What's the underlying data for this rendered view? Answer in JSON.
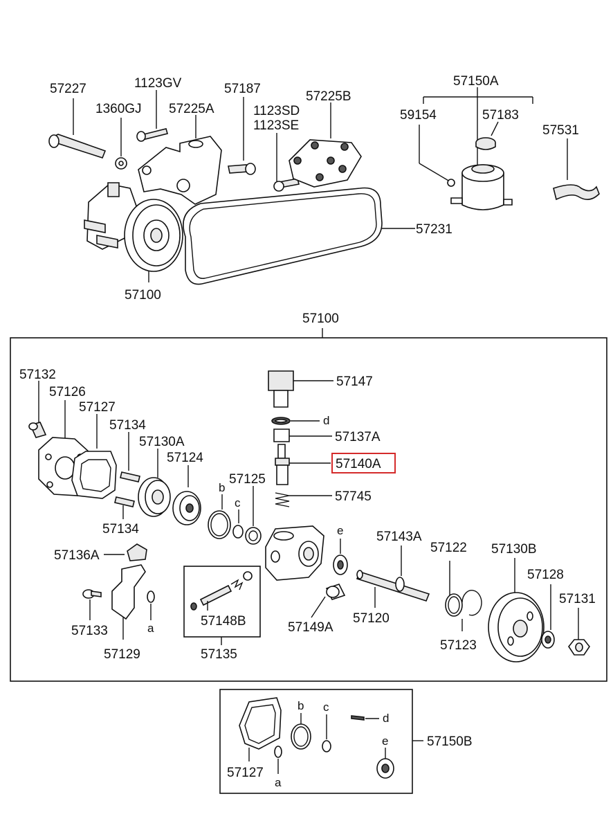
{
  "top_assembly": {
    "labels": {
      "p57227": "57227",
      "p1360GJ": "1360GJ",
      "p1123GV": "1123GV",
      "p57225A": "57225A",
      "p57187": "57187",
      "p1123SD": "1123SD",
      "p1123SE": "1123SE",
      "p57225B": "57225B",
      "p57150A": "57150A",
      "p59154": "59154",
      "p57183": "57183",
      "p57531": "57531",
      "p57231": "57231",
      "p57100": "57100"
    }
  },
  "pump_box": {
    "title": "57100",
    "labels": {
      "p57132": "57132",
      "p57126": "57126",
      "p57127": "57127",
      "p57134a": "57134",
      "p57130A": "57130A",
      "p57124": "57124",
      "p57134b": "57134",
      "p57125": "57125",
      "p57147": "57147",
      "p57137A": "57137A",
      "p57140A": "57140A",
      "p57745": "57745",
      "p57136A": "57136A",
      "p57133": "57133",
      "p57129": "57129",
      "p57148B": "57148B",
      "p57135": "57135",
      "p57149A": "57149A",
      "p57120": "57120",
      "p57143A": "57143A",
      "p57122": "57122",
      "p57123": "57123",
      "p57130B": "57130B",
      "p57128": "57128",
      "p57131": "57131"
    },
    "letters": {
      "b": "b",
      "c": "c",
      "d": "d",
      "e": "e",
      "a": "a"
    },
    "highlighted_part": "57140A"
  },
  "kit_box": {
    "title": "57150B",
    "labels": {
      "p57127": "57127"
    },
    "letters": {
      "a": "a",
      "b": "b",
      "c": "c",
      "d": "d",
      "e": "e"
    }
  },
  "colors": {
    "highlight": "#d42a2a",
    "ink": "#111111",
    "background": "#ffffff"
  }
}
